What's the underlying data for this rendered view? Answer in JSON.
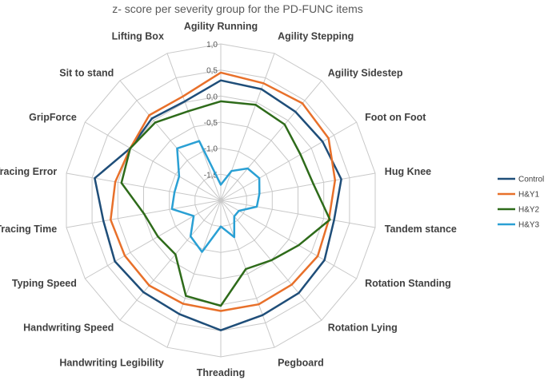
{
  "chart_data": {
    "type": "radar",
    "title": "z- score per severity group for the PD-FUNC items",
    "categories": [
      "Agility Running",
      "Agility Stepping",
      "Agility Sidestep",
      "Foot on Foot",
      "Hug Knee",
      "Tandem stance",
      "Rotation Standing",
      "Rotation Lying",
      "Pegboard",
      "Threading",
      "Handwriting Legibility",
      "Handwriting Speed",
      "Typing Speed",
      "Tracing Time",
      "Tracing Error",
      "GripForce",
      "Sit to stand",
      "Lifting Box"
    ],
    "rlim": [
      -2.0,
      1.0
    ],
    "ticks": [
      {
        "value": 1.0,
        "label": "1,0"
      },
      {
        "value": 0.5,
        "label": "0,5"
      },
      {
        "value": 0.0,
        "label": "0,0"
      },
      {
        "value": -0.5,
        "label": "-0,5"
      },
      {
        "value": -1.0,
        "label": "-1,0"
      },
      {
        "value": -1.5,
        "label": "-1,5"
      }
    ],
    "grid": true,
    "legend_position": "right",
    "series": [
      {
        "name": "Control",
        "color": "#1f4e79",
        "values": [
          0.3,
          0.27,
          0.22,
          0.25,
          0.34,
          0.2,
          0.29,
          0.32,
          0.34,
          0.49,
          0.32,
          0.3,
          0.34,
          0.28,
          0.45,
          0.0,
          0.05,
          0.02
        ]
      },
      {
        "name": "H&Y1",
        "color": "#e8702a",
        "values": [
          0.45,
          0.39,
          0.43,
          0.38,
          0.22,
          0.1,
          0.14,
          0.11,
          0.12,
          0.12,
          0.11,
          0.13,
          0.12,
          0.14,
          0.05,
          0.0,
          0.13,
          0.12
        ]
      },
      {
        "name": "H&Y2",
        "color": "#2e6b1a",
        "values": [
          -0.1,
          -0.05,
          -0.1,
          -0.24,
          -0.2,
          0.12,
          -0.28,
          -0.5,
          -0.6,
          0.02,
          -0.05,
          -0.65,
          -0.61,
          -0.51,
          -0.07,
          0.0,
          -0.05,
          -0.18
        ]
      },
      {
        "name": "H&Y3",
        "color": "#2aa0d4",
        "values": [
          -1.7,
          -1.4,
          -1.2,
          -1.15,
          -1.25,
          -1.3,
          -1.6,
          -1.6,
          -1.25,
          -1.5,
          -0.95,
          -1.1,
          -1.4,
          -1.05,
          -1.1,
          -1.08,
          -0.7,
          -0.79
        ]
      }
    ]
  }
}
